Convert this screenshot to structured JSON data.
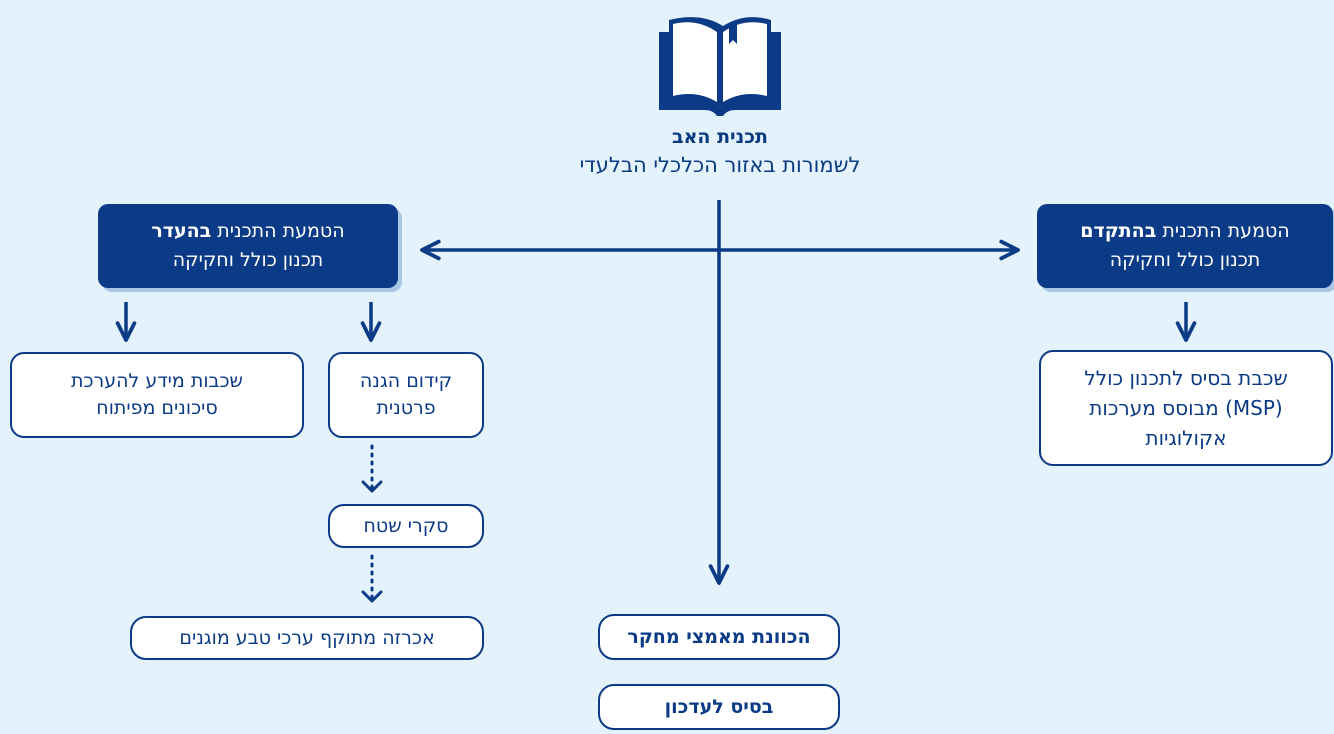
{
  "colors": {
    "navy": "#0b3b86",
    "background": "#e3f2fb",
    "shadow": "#a9c6e3",
    "box_fill": "#ffffff"
  },
  "icon": "open-book-icon",
  "root": {
    "title": "תכנית האב",
    "subtitle": "לשמורות באזור הכלכלי הבלעדי"
  },
  "left_branch": {
    "line1_prefix": "הטמעת התכנית ",
    "line1_bold": "בהעדר",
    "line2": "תכנון כולל וחקיקה"
  },
  "right_branch": {
    "line1_prefix": "הטמעת התכנית ",
    "line1_bold": "בהתקדם",
    "line2": "תכנון כולל וחקיקה"
  },
  "left_boxes": {
    "info_layers": {
      "line1": "שכבות מידע להערכת",
      "line2": "סיכונים מפיתוח"
    },
    "promotion": {
      "line1": "קידום הגנה",
      "line2": "פרטנית"
    },
    "surveys": "סקרי שטח",
    "declaration": "אכרזה מתוקף ערכי טבע מוגנים"
  },
  "right_box": {
    "line1": "שכבת בסיס לתכנון כולל",
    "line2": "(MSP) מבוסס מערכות",
    "line3": "אקולוגיות"
  },
  "center": {
    "research": "הכוונת מאמצי מחקר",
    "update": "בסיס לעדכון"
  }
}
